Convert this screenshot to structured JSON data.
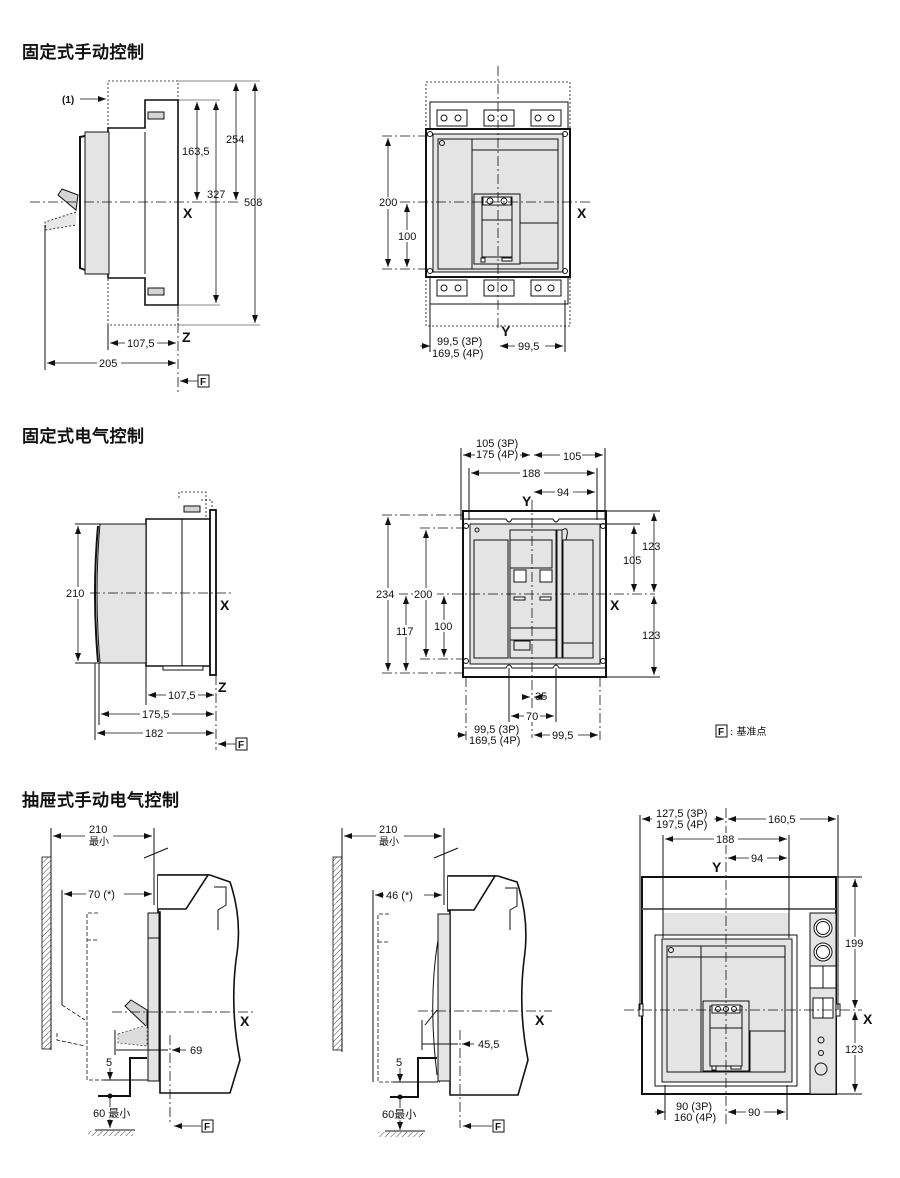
{
  "sections": [
    {
      "title": "固定式手动控制"
    },
    {
      "title": "固定式电气控制"
    },
    {
      "title": "抽屉式手动电气控制"
    }
  ],
  "axes": {
    "x": "X",
    "y": "Y",
    "z": "Z",
    "f": "F"
  },
  "legend": {
    "symbol": "F",
    "text": ": 基准点"
  },
  "fixed_manual": {
    "side": {
      "note": "(1)",
      "d1": "163,5",
      "d2": "254",
      "d3": "327",
      "d4": "508",
      "d5": "107,5",
      "d6": "205"
    },
    "front": {
      "d1": "200",
      "d2": "100",
      "d3a": "99,5 (3P)",
      "d3b": "169,5 (4P)",
      "d4": "99,5"
    }
  },
  "fixed_electric": {
    "side": {
      "d1": "210",
      "d2": "107,5",
      "d3": "175,5",
      "d4": "182"
    },
    "front": {
      "t1a": "105 (3P)",
      "t1b": "175 (4P)",
      "t2": "105",
      "t3": "188",
      "t4": "94",
      "l1": "234",
      "l2": "200",
      "l3": "117",
      "l4": "100",
      "r1": "123",
      "r2": "105",
      "r3": "123",
      "b1": "35",
      "b2": "70",
      "b3a": "99,5 (3P)",
      "b3b": "169,5 (4P)",
      "b4": "99,5"
    }
  },
  "drawout": {
    "side1": {
      "d1": "210",
      "d1b": "最小",
      "d2": "70 (*)",
      "d3": "69",
      "d4": "5",
      "d5": "60 最小"
    },
    "side2": {
      "d1": "210",
      "d1b": "最小",
      "d2": "46 (*)",
      "d3": "45,5",
      "d4": "5",
      "d5": "60最小"
    },
    "front": {
      "t1a": "127,5 (3P)",
      "t1b": "197,5 (4P)",
      "t2": "160,5",
      "t3": "188",
      "t4": "94",
      "r1": "199",
      "r2": "123",
      "b1a": "90 (3P)",
      "b1b": "160 (4P)",
      "b2": "90"
    }
  }
}
